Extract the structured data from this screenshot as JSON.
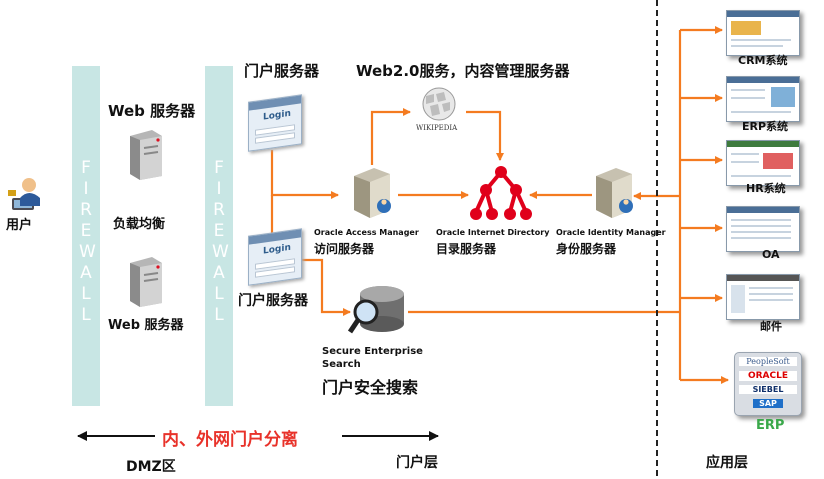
{
  "firewall_label": "FIREWALL",
  "labels": {
    "user": "用户",
    "web_server_top": "Web 服务器",
    "load_balance": "负载均衡",
    "web_server_bottom": "Web 服务器",
    "portal_server_top": "门户服务器",
    "portal_server_bottom": "门户服务器",
    "web20": "Web2.0服务，内容管理服务器",
    "oam_en": "Oracle Access Manager",
    "oam_cn": "访问服务器",
    "oid_en": "Oracle Internet Directory",
    "oid_cn": "目录服务器",
    "oim_en": "Oracle Identity Manager",
    "oim_cn": "身份服务器",
    "ses_en_1": "Secure Enterprise",
    "ses_en_2": "Search",
    "ses_cn": "门户安全搜索",
    "split": "内、外网门户分离",
    "dmz": "DMZ区",
    "portal_layer": "门户层",
    "app_layer": "应用层",
    "login_text": "Login",
    "wiki_text": "WIKIPEDIA"
  },
  "apps": [
    "CRM系统",
    "ERP系统",
    "HR系统",
    "OA",
    "邮件",
    "ERP"
  ],
  "erp_brands": [
    "PeopleSoft",
    "ORACLE",
    "SIEBEL",
    "SAP"
  ],
  "colors": {
    "arrow": "#f47b20",
    "firewall": "#c8e6e4",
    "split_text": "#e8322a",
    "directory": "#e0001b",
    "erp_label": "#3aa84a"
  }
}
